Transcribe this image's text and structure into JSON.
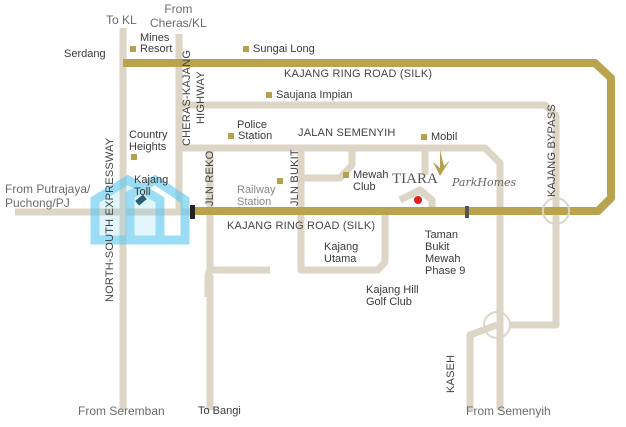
{
  "title": {
    "brand": "TIARA",
    "subtitle": "ParkHomes"
  },
  "colors": {
    "ring_road": "#b9a34c",
    "minor_road": "#ddd5c6",
    "marker": "#b4a050",
    "site": "#e0201b",
    "watermark": "#5ac8f0"
  },
  "directions": {
    "to_kl": "To KL",
    "from_cheras": "From\nCheras/KL",
    "from_putrajaya": "From Putrajaya/\nPuchong/PJ",
    "from_seremban": "From Seremban",
    "to_bangi": "To Bangi",
    "from_semenyih": "From Semenyih"
  },
  "roads": {
    "silk_top": "KAJANG RING ROAD (SILK)",
    "silk_bottom": "KAJANG RING ROAD (SILK)",
    "cheras_kajang": "CHERAS-KAJANG",
    "highway": "HIGHWAY",
    "jalan_semenyih": "JALAN SEMENYIH",
    "nse": "NORTH-SOUTH EXPRESSWAY",
    "jln_reko": "JLN REKO",
    "jln_bukit": "JLN BUKIT",
    "kajang_bypass": "KAJANG BYPASS",
    "kaseh": "KASEH"
  },
  "places": {
    "serdang": "Serdang",
    "mines_1": "Mines",
    "mines_2": "Resort",
    "sungai_long": "Sungai Long",
    "saujana": "Saujana Impian",
    "police_1": "Police",
    "police_2": "Station",
    "country_1": "Country",
    "country_2": "Heights",
    "toll_1": "Kajang",
    "toll_2": "Toll",
    "railway_1": "Railway",
    "railway_2": "Station",
    "mewah_1": "Mewah",
    "mewah_2": "Club",
    "mobil": "Mobil",
    "taman": "Taman\nBukit\nMewah\nPhase 9",
    "utama": "Kajang\nUtama",
    "golf": "Kajang Hill\nGolf Club"
  }
}
